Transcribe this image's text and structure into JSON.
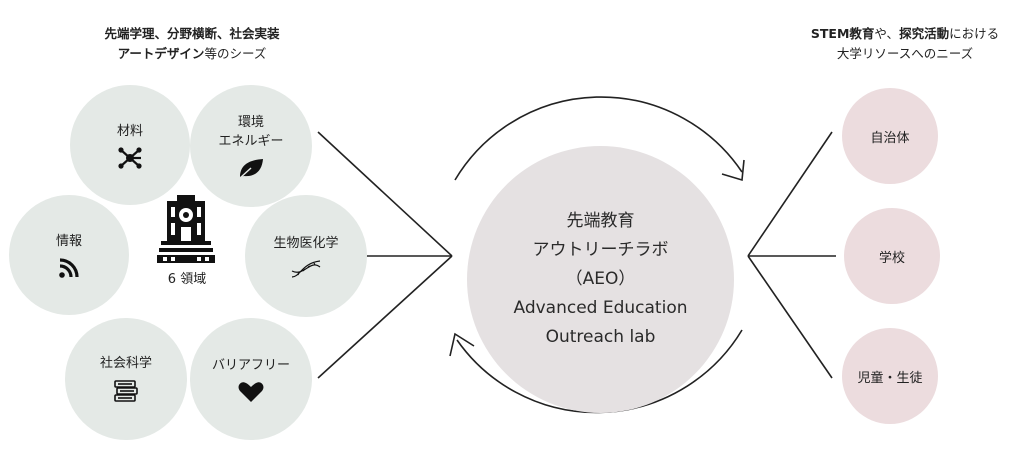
{
  "left_caption": {
    "line1": "先端学理、分野横断、社会実装",
    "line2_bold": "アートデザイン",
    "line2_rest": "等のシーズ"
  },
  "right_caption": {
    "line1_a": "STEM教育",
    "line1_b": "や、",
    "line1_c": "探究活動",
    "line1_d": "における",
    "line2": "大学リソースへのニーズ"
  },
  "domains": [
    {
      "label": "材料",
      "icon": "network-molecule-icon"
    },
    {
      "label": "環境\nエネルギー",
      "icon": "leaf-icon"
    },
    {
      "label": "情報",
      "icon": "wifi-signal-icon"
    },
    {
      "label": "生物医化学",
      "icon": "dna-icon"
    },
    {
      "label": "社会科学",
      "icon": "books-icon"
    },
    {
      "label": "バリアフリー",
      "icon": "heart-icon"
    }
  ],
  "center_label": "6 領域",
  "center": {
    "line1": "先端教育",
    "line2": "アウトリーチラボ",
    "line3": "（AEO）",
    "line4": "Advanced Education",
    "line5": "Outreach lab"
  },
  "targets": [
    {
      "label": "自治体"
    },
    {
      "label": "学校"
    },
    {
      "label": "児童・生徒"
    }
  ],
  "colors": {
    "left_bubble": "#e4e9e6",
    "center_circle": "#e5e1e2",
    "right_bubble": "#ecdcde",
    "line": "#222222"
  }
}
